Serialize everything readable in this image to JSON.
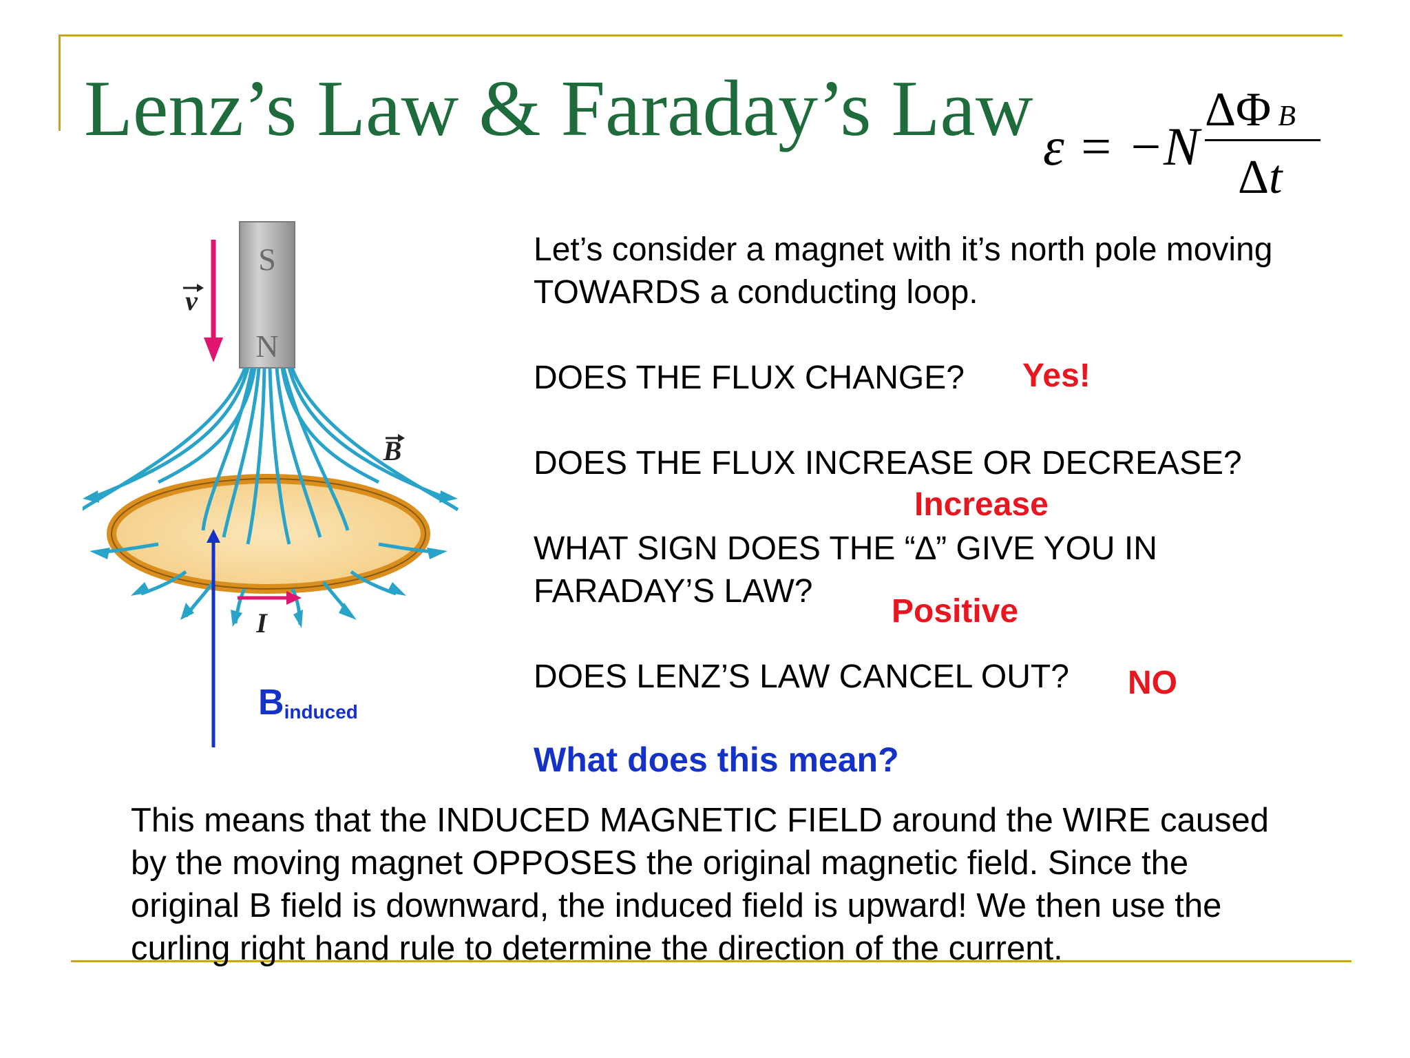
{
  "slide": {
    "title": "Lenz’s Law & Faraday’s Law",
    "formula": {
      "lhs": "ε = −N",
      "numerator": "ΔΦ",
      "numerator_sub": "B",
      "denominator_delta": "Δ",
      "denominator_var": "t"
    }
  },
  "questions": {
    "intro_line1": "Let’s consider a magnet with it’s north pole moving",
    "intro_line2": "TOWARDS a conducting loop.",
    "q1": "DOES THE FLUX CHANGE?",
    "a1": "Yes!",
    "q2": "DOES THE FLUX INCREASE OR DECREASE?",
    "a2": "Increase",
    "q3_line1": "WHAT SIGN DOES THE “∆” GIVE YOU IN",
    "q3_line2": "FARADAY’S LAW?",
    "a3": "Positive",
    "q4": "DOES LENZ’S LAW CANCEL OUT?",
    "a4": "NO",
    "ask": "What does this mean?"
  },
  "explanation": {
    "line1": "This means that the INDUCED MAGNETIC FIELD around the WIRE caused",
    "line2": "by the moving magnet OPPOSES the original magnetic field. Since the",
    "line3": "original B field is downward, the induced field is upward! We then use the",
    "line4": "curling right hand rule to determine the direction of the current."
  },
  "diagram": {
    "magnet_top": "S",
    "magnet_bottom": "N",
    "velocity_label": "v",
    "field_label": "B",
    "current_label": "I",
    "induced_label": "B",
    "induced_sub": "induced"
  },
  "colors": {
    "title_green": "#1e6b3c",
    "frame_gold": "#c9a227",
    "answer_red": "#e8171f",
    "question_blue": "#1432c8",
    "field_line_cyan": "#2aa3c9",
    "loop_fill": "#f8d9a0",
    "loop_edge": "#d98e1e",
    "velocity_pink": "#e0156f"
  }
}
